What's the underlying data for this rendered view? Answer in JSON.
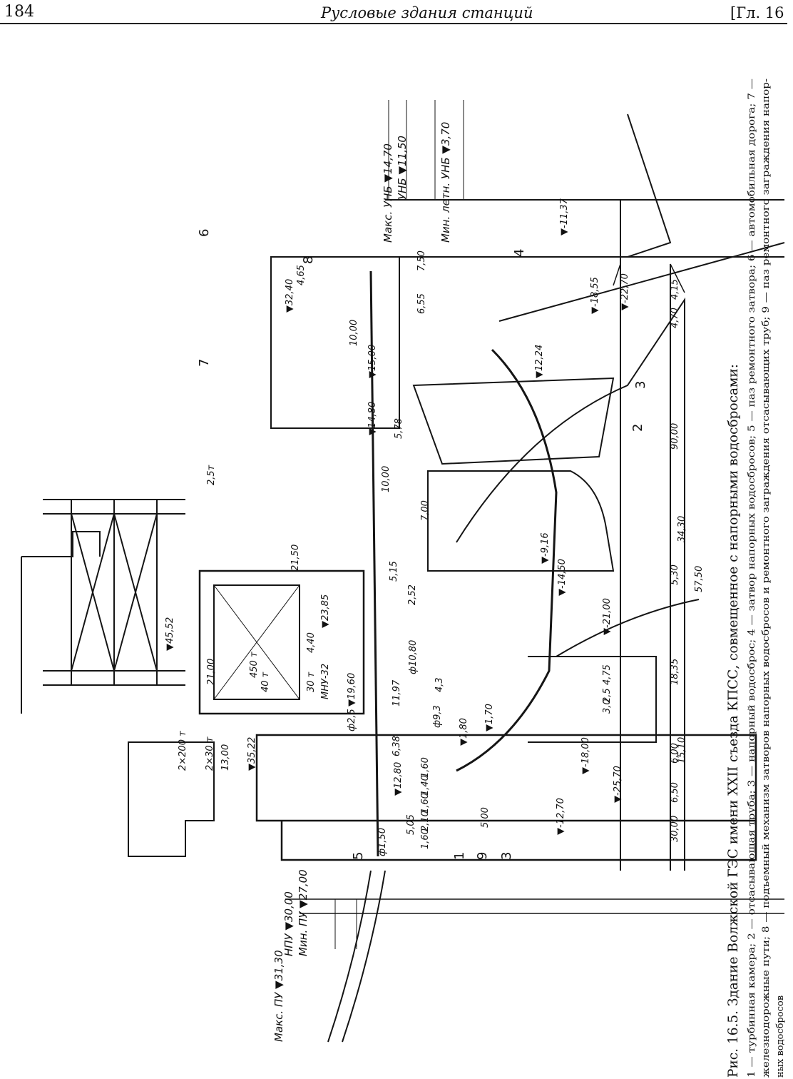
{
  "header": {
    "page_number": "184",
    "running_title": "Русловые здания станций",
    "chapter": "[Гл. 16"
  },
  "caption": {
    "title": "Рис. 16.5. Здание Волжской ГЭС имени XXII съезда КПСС, совмещенное с напорными водосбросами:",
    "line1": "1 — турбинная камера; 2 — отсасывающая труба; 3 — напорный водосброс; 4 — затвор напорных водосбросов; 5 — паз ремонтного затвора; 6 — автомобильная дорога; 7 —",
    "line2": "железнодорожные пути; 8 — подъемный механизм затворов напорных водосбросов и ремонтного заграждения отсасывающих труб; 9 — паз ремонтного заграждения напор-",
    "line3": "ных водосбросов"
  },
  "callouts": [
    "1",
    "2",
    "3",
    "3",
    "4",
    "5",
    "6",
    "7",
    "8",
    "9"
  ],
  "water_levels": {
    "headwater_max": "Макс. ПУ ▼31,30",
    "headwater_npu": "НПУ ▼30,00",
    "headwater_min": "Мин. ПУ ▼27,00",
    "tailwater_max": "Макс. УНБ ▼14,70",
    "tailwater_unb": "УНБ ▼11,50",
    "tailwater_min": "Мин. летн. УНБ ▼3,70"
  },
  "elevations": [
    "▼45,52",
    "▼32,40",
    "▼35,22",
    "▼23,85",
    "▼19,60",
    "▼15,00",
    "▼14,80",
    "▼12,80",
    "▼12,24",
    "▼1,80",
    "▼1,70",
    "▼-9,16",
    "▼-14,50",
    "▼-18,00",
    "▼-12,70",
    "▼-18,55",
    "▼-21,00",
    "▼-22,70",
    "▼-25,70",
    "▼-11,37"
  ],
  "dimensions": [
    "21,00",
    "21,50",
    "13,00",
    "4,40",
    "6,38",
    "11,97",
    "5,05",
    "10,00",
    "7,00",
    "5,78",
    "6,55",
    "7,50",
    "4,65",
    "10,00",
    "1,60",
    "1,40",
    "1,60",
    "2,10",
    "1,60",
    "2,52",
    "5,15",
    "ф10,80",
    "ф9,3",
    "ф2,5",
    "ф1,50",
    "4,3",
    "4,75",
    "3,0",
    "2,5",
    "5,30",
    "18,35",
    "15,10",
    "34,30",
    "57,50",
    "90,00",
    "30,00",
    "6,50",
    "6,00",
    "4,70",
    "4,15",
    "5,00"
  ],
  "equipment_labels": [
    "2×200 т",
    "2×30 т",
    "450 т",
    "30 т",
    "МНУ-32",
    "40 т",
    "2,5т"
  ]
}
